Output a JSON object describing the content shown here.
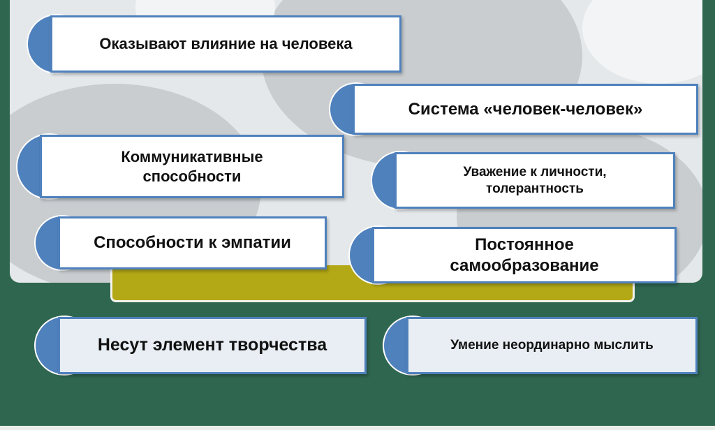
{
  "items": [
    {
      "id": "influence",
      "label": "Оказывают влияние на человека"
    },
    {
      "id": "system",
      "label": "Система «человек-человек»"
    },
    {
      "id": "communicative",
      "label": "Коммуникативные способности"
    },
    {
      "id": "respect",
      "label": "Уважение к личности, толерантность"
    },
    {
      "id": "empathy",
      "label": "Способности к эмпатии"
    },
    {
      "id": "self-education",
      "label": "Постоянное самообразование"
    },
    {
      "id": "creativity",
      "label": "Несут элемент творчества"
    },
    {
      "id": "thinking",
      "label": "Умение неординарно мыслить"
    }
  ],
  "colors": {
    "background": "#2f6650",
    "accent": "#4f81bd",
    "olive": "#b3a816"
  }
}
